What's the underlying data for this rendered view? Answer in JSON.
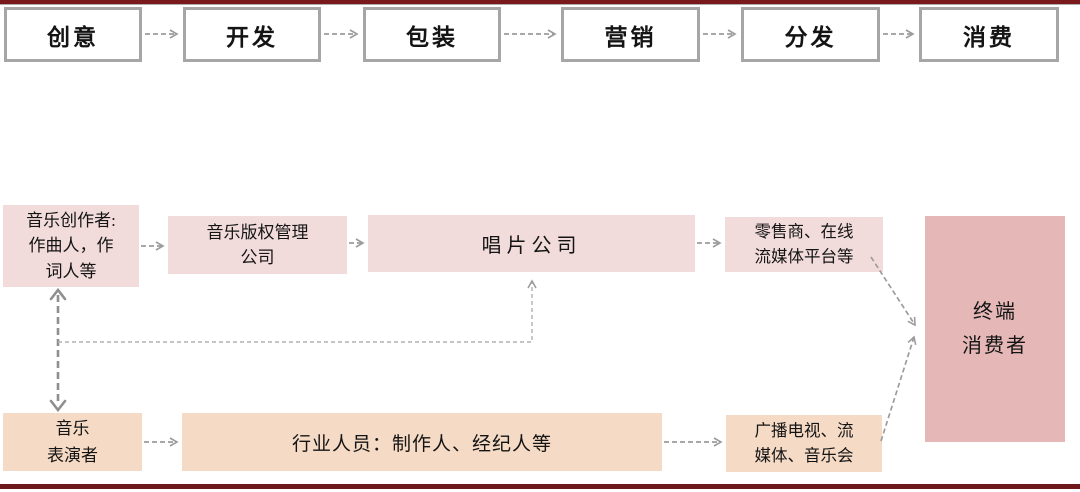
{
  "palette": {
    "header_rule_red": "#7a191c",
    "step_box_border": "#a6a6a6",
    "pink_light": "#f2dcdb",
    "pink_dark": "#e5b8b7",
    "peach": "#f5dac5",
    "arrow_gray": "#9c9c9c",
    "text": "#141414"
  },
  "process_steps": [
    "创意",
    "开发",
    "包装",
    "营销",
    "分发",
    "消费"
  ],
  "upper_chain": {
    "music_creators": {
      "lines": [
        "音乐创作者:",
        "作曲人，作",
        "词人等"
      ]
    },
    "copyright_company": {
      "lines": [
        "音乐版权管理",
        "公司"
      ]
    },
    "record_company": {
      "label": "唱片公司"
    },
    "retailers": {
      "lines": [
        "零售商、在线",
        "流媒体平台等"
      ]
    }
  },
  "lower_chain": {
    "performers": {
      "lines": [
        "音乐",
        "表演者"
      ]
    },
    "industry_staff": {
      "label": "行业人员：制作人、经纪人等"
    },
    "broadcast": {
      "lines": [
        "广播电视、流",
        "媒体、音乐会"
      ]
    }
  },
  "end_consumer": {
    "lines": [
      "终端",
      "消费者"
    ]
  }
}
